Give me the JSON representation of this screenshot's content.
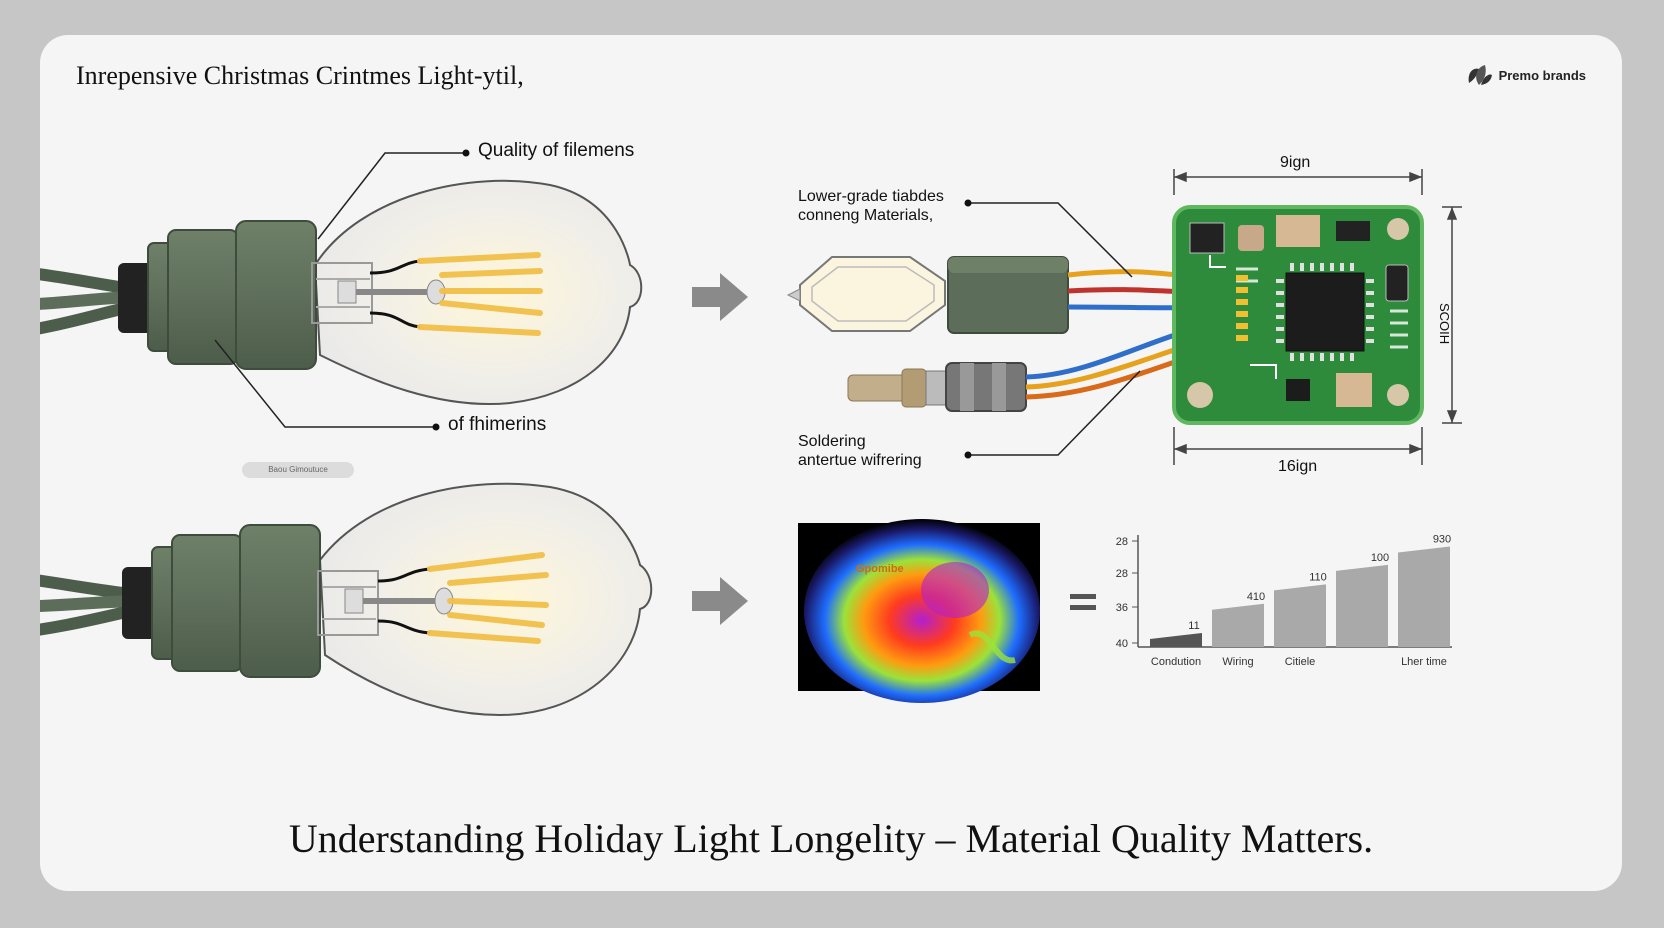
{
  "header": {
    "title": "Inrepensive Christmas Crintmes Light-ytil,",
    "brand_name": "Premo brands",
    "brand_sub": "                 "
  },
  "callouts": {
    "quality": "Quality of filemens",
    "fhimerins": "of fhimerins",
    "pill": "Baou Gimoutuce",
    "lower_grade_1": "Lower-grade tiabdes",
    "lower_grade_2": "conneng Materials,",
    "soldering_1": "Soldering",
    "soldering_2": "antertue wifrering"
  },
  "dimensions": {
    "top": "9ign",
    "bottom": "16ign",
    "right": "SCOIH"
  },
  "heatmap": {
    "label": "Gpomibe"
  },
  "equals": "=",
  "chart_data": {
    "type": "bar",
    "categories": [
      "Condution",
      "Wiring",
      "Citiele",
      "",
      "Lher time"
    ],
    "values": [
      11,
      410,
      110,
      100,
      930
    ],
    "y_ticks": [
      "28",
      "28",
      "36",
      "40"
    ],
    "heights_note_fraction": [
      0.13,
      0.4,
      0.58,
      0.76,
      0.93
    ],
    "ylabel": "",
    "xlabel": "",
    "colors": [
      "#555555",
      "#a9a9a9",
      "#a9a9a9",
      "#a9a9a9",
      "#a9a9a9"
    ]
  },
  "footer": {
    "caption": "Understanding Holiday Light Longelity – Material Quality Matters."
  },
  "colors": {
    "socket": "#5c6e5a",
    "pcb": "#2e8b3c",
    "wire_yellow": "#e6a21c",
    "wire_red": "#c0322c",
    "wire_blue": "#2f6fc9",
    "wire_orange": "#d96a1a",
    "filament": "#f2c04a"
  }
}
